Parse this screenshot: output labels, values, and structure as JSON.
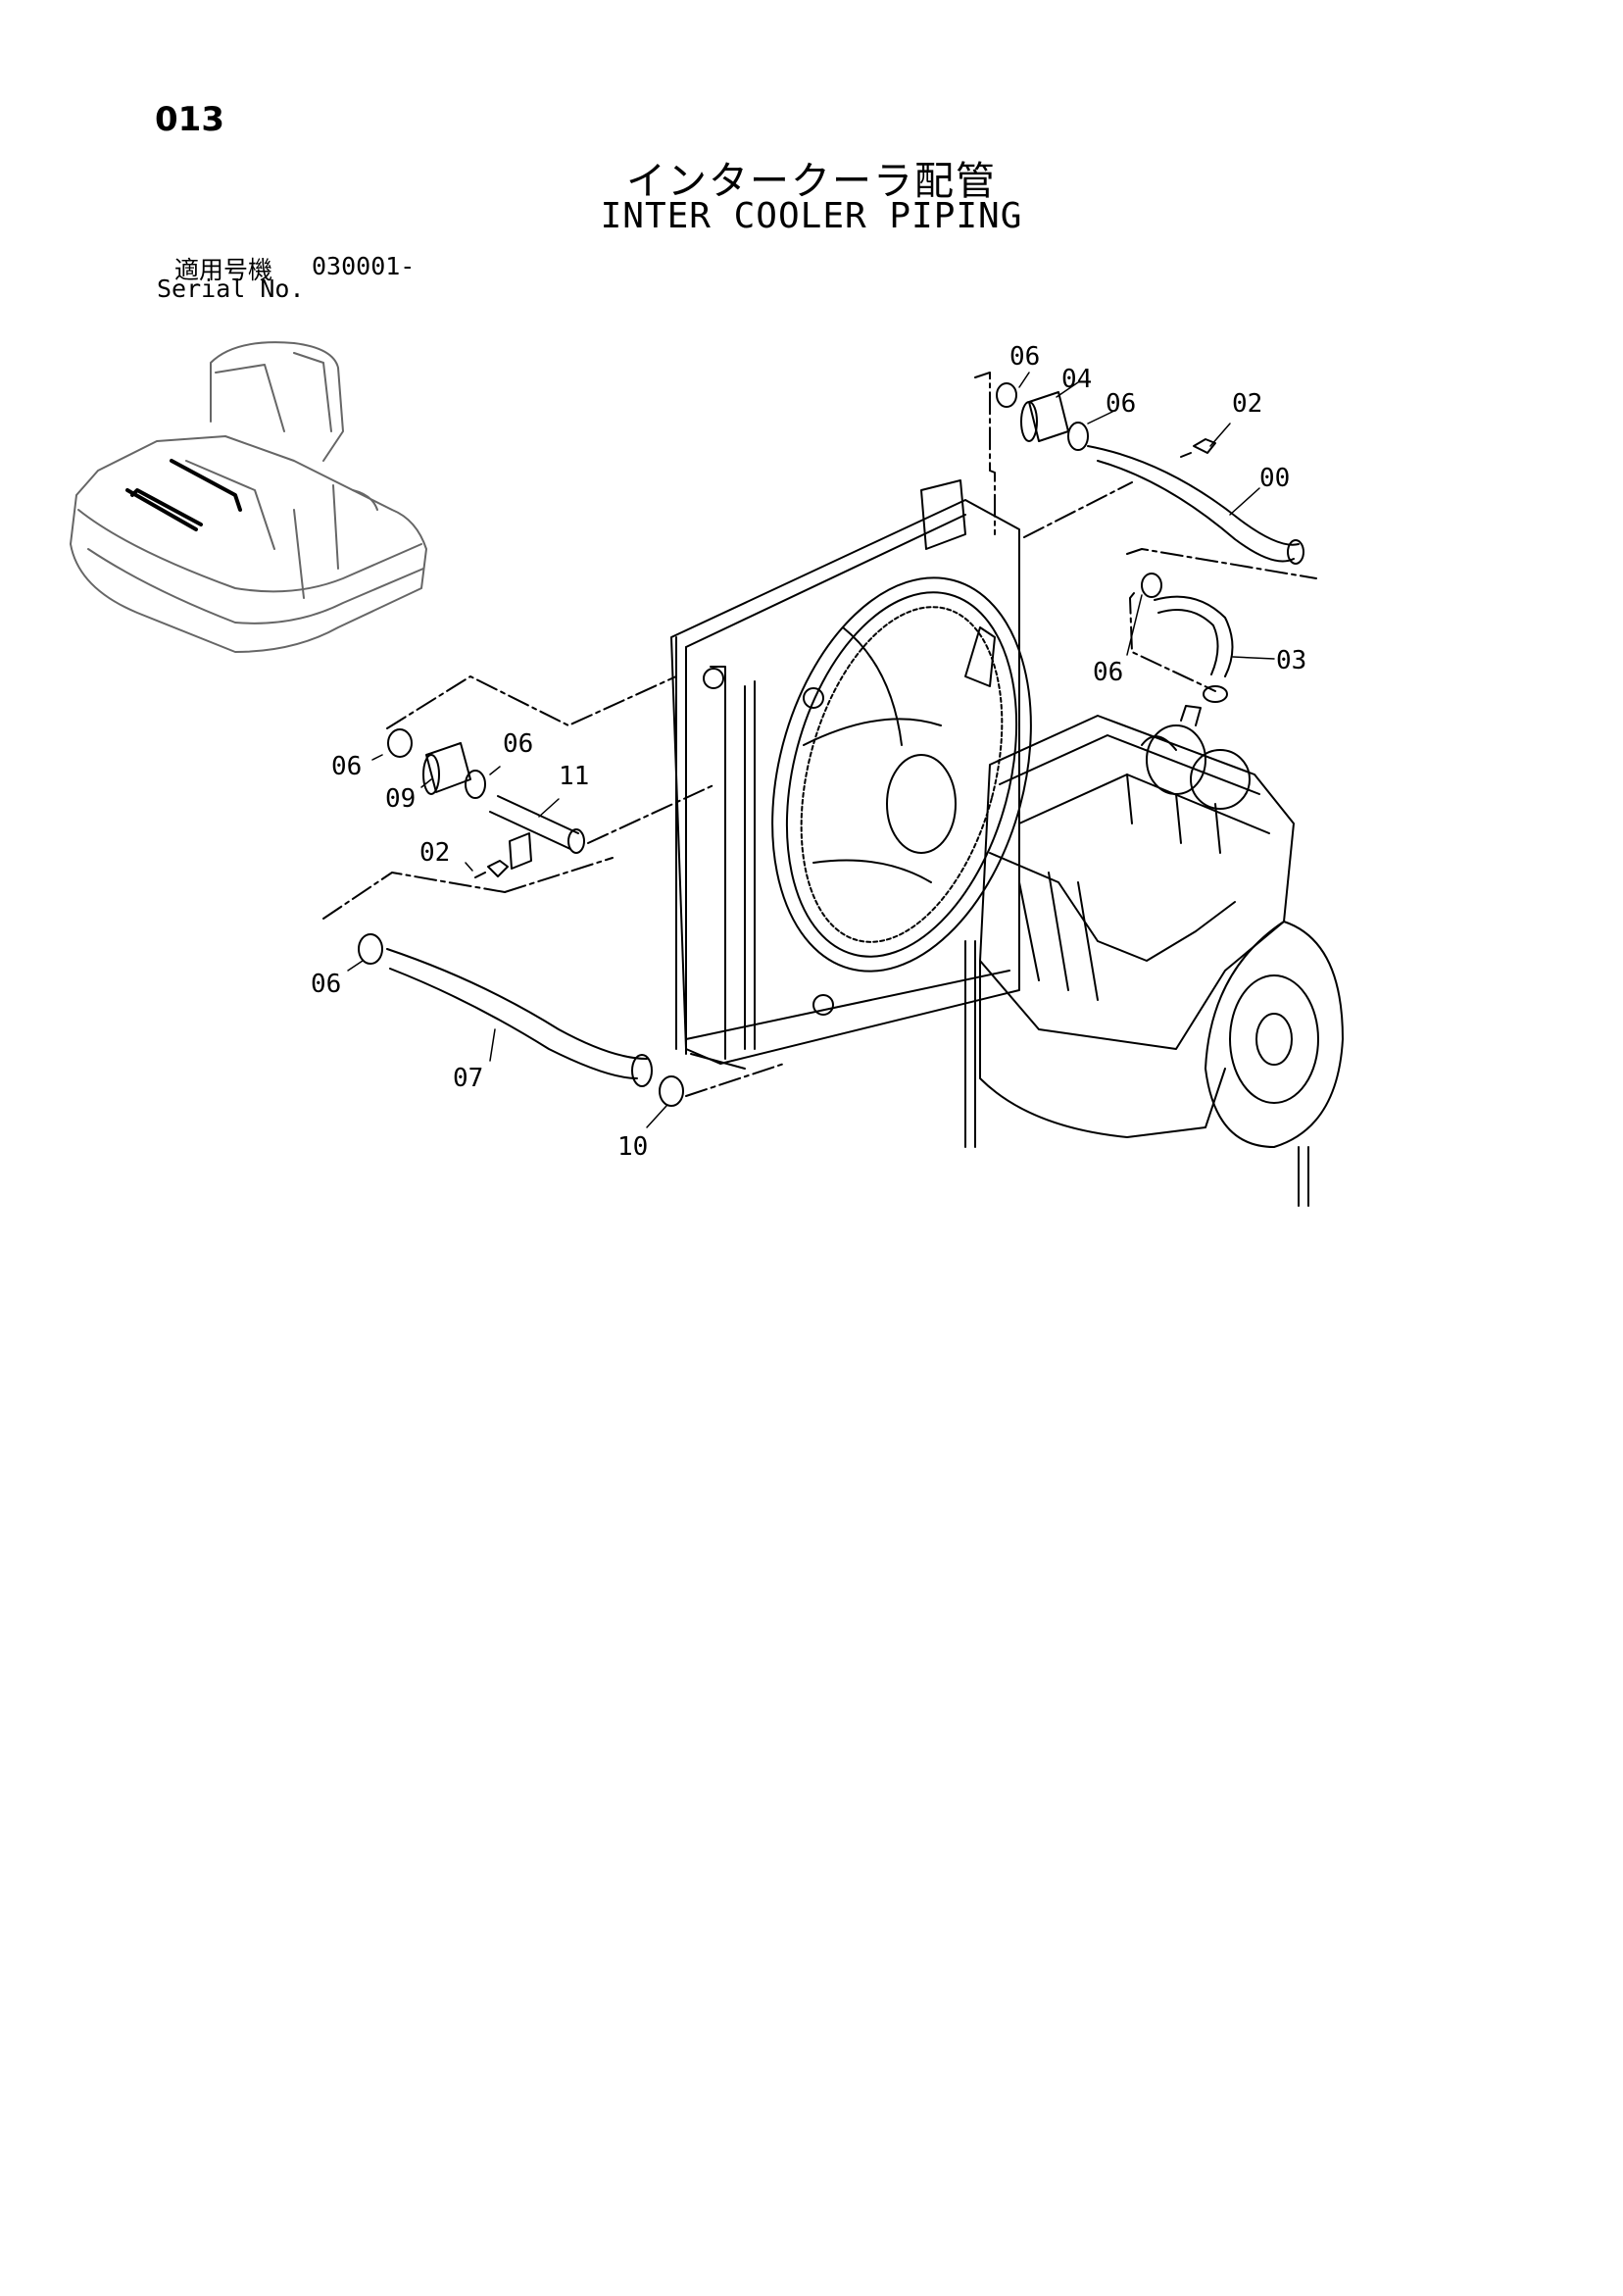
{
  "page_number": "013",
  "title_jp": "インタークーラ配管",
  "title_en": "INTER COOLER PIPING",
  "serial_label_jp": "適用号機",
  "serial_value": "030001-",
  "serial_label_en": "Serial No.",
  "callouts": [
    "06",
    "04",
    "06",
    "02",
    "00",
    "03",
    "06",
    "06",
    "06",
    "09",
    "11",
    "02",
    "06",
    "07",
    "10"
  ]
}
